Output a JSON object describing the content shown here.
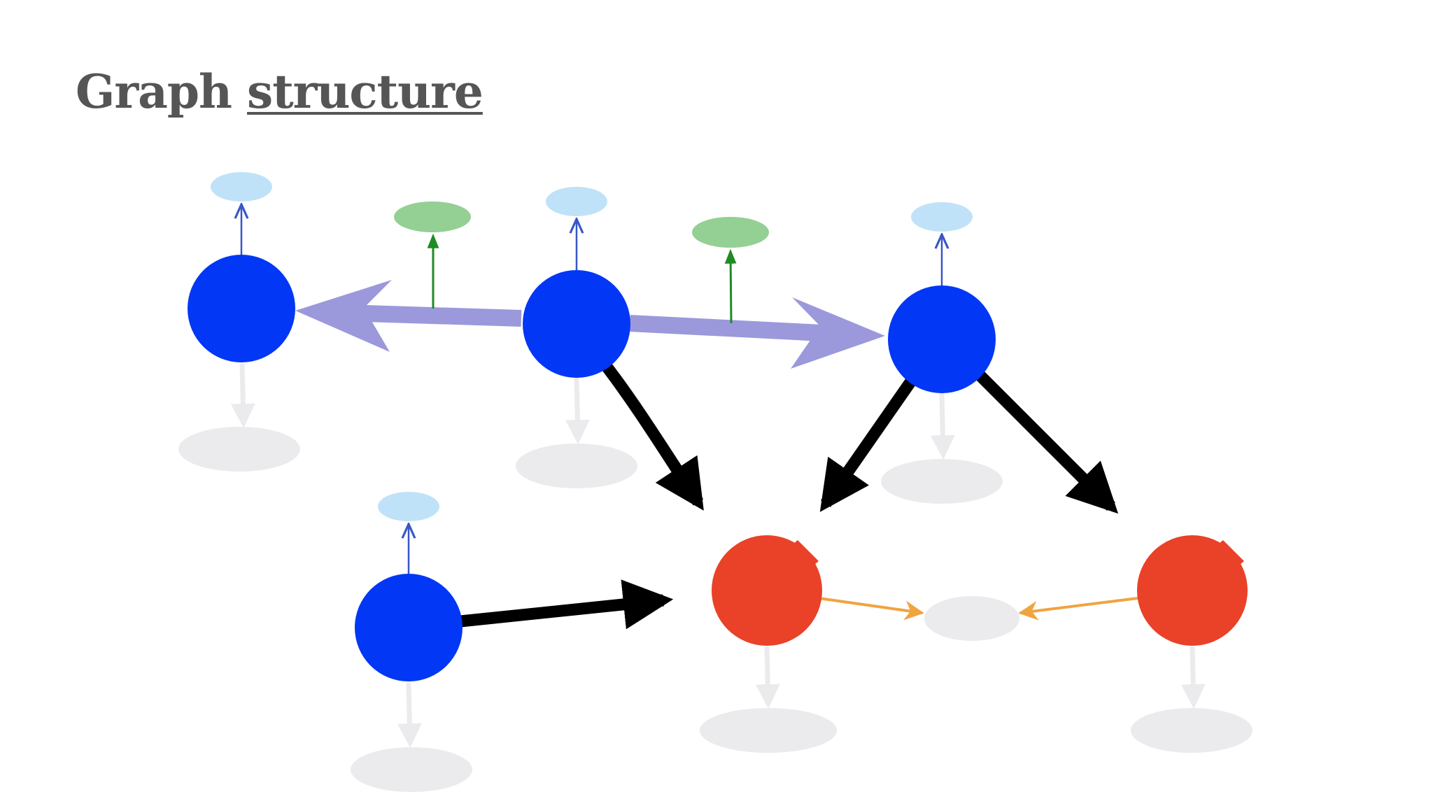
{
  "slide": {
    "title_prefix": "Graph",
    "title_link": "structure"
  },
  "colors": {
    "title": "#555555",
    "node_blue": "#0237f5",
    "node_red": "#ea4129",
    "edge_black": "#000000",
    "edge_purple": "#9b99db",
    "edge_green": "#1f8b24",
    "edge_blue": "#3856c8",
    "edge_orange": "#f0a440",
    "edge_gray": "#ebebee",
    "ellipse_lightblue": "#c0e2f8",
    "ellipse_green": "#94cf94",
    "ellipse_gray": "#ebebee"
  },
  "diagram": {
    "node_types": [
      "blue-node",
      "red-node"
    ],
    "satellite_types": [
      "light-blue-ellipse",
      "green-ellipse",
      "gray-ellipse"
    ]
  }
}
